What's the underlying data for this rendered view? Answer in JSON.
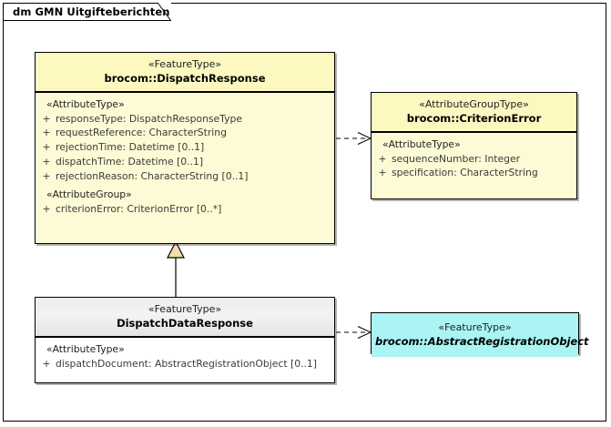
{
  "diagram": {
    "title": "dm GMN Uitgifteberichten",
    "background_color": "#ffffff",
    "frame_border_color": "#000000"
  },
  "colors": {
    "yellow_body": "#fdfbd5",
    "yellow_header": "#fdf8c0",
    "grey_header": "#ececec",
    "white_body": "#ffffff",
    "cyan_body": "#aaf4f4",
    "line": "#000000",
    "triangle_fill": "#f5dcb0",
    "attribute_text": "#3a3a3a"
  },
  "classes": {
    "dispatch_response": {
      "stereotype": "«FeatureType»",
      "name": "brocom::DispatchResponse",
      "groups": [
        {
          "label": "«AttributeType»",
          "attributes": [
            {
              "visibility": "+",
              "text": "responseType: DispatchResponseType"
            },
            {
              "visibility": "+",
              "text": "requestReference: CharacterString"
            },
            {
              "visibility": "+",
              "text": "rejectionTime: Datetime [0..1]"
            },
            {
              "visibility": "+",
              "text": "dispatchTime: Datetime [0..1]"
            },
            {
              "visibility": "+",
              "text": "rejectionReason: CharacterString [0..1]"
            }
          ]
        },
        {
          "label": "«AttributeGroup»",
          "attributes": [
            {
              "visibility": "+",
              "text": "criterionError: CriterionError [0..*]"
            }
          ]
        }
      ]
    },
    "criterion_error": {
      "stereotype": "«AttributeGroupType»",
      "name": "brocom::CriterionError",
      "groups": [
        {
          "label": "«AttributeType»",
          "attributes": [
            {
              "visibility": "+",
              "text": "sequenceNumber: Integer"
            },
            {
              "visibility": "+",
              "text": "specification: CharacterString"
            }
          ]
        }
      ]
    },
    "dispatch_data_response": {
      "stereotype": "«FeatureType»",
      "name": "DispatchDataResponse",
      "groups": [
        {
          "label": "«AttributeType»",
          "attributes": [
            {
              "visibility": "+",
              "text": "dispatchDocument: AbstractRegistrationObject [0..1]"
            }
          ]
        }
      ]
    },
    "abstract_registration_object": {
      "stereotype": "«FeatureType»",
      "name": "brocom::AbstractRegistrationObject"
    }
  },
  "connectors": [
    {
      "kind": "dependency",
      "from": "brocom::DispatchResponse",
      "to": "brocom::CriterionError",
      "style": "dashed-open-arrow"
    },
    {
      "kind": "generalization",
      "from": "DispatchDataResponse",
      "to": "brocom::DispatchResponse",
      "style": "solid-hollow-triangle"
    },
    {
      "kind": "dependency",
      "from": "DispatchDataResponse",
      "to": "brocom::AbstractRegistrationObject",
      "style": "dashed-open-arrow"
    }
  ]
}
